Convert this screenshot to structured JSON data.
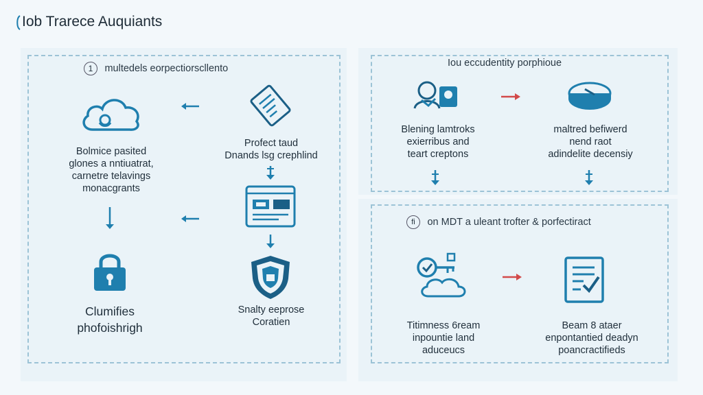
{
  "title": "Iob Trarece Auquiants",
  "colors": {
    "icon": "#1f7fae",
    "icon_dark": "#1b5f86",
    "arrow_blue": "#1f7fae",
    "arrow_red": "#d24a4a",
    "dash": "#9cc3d6"
  },
  "left_panel": {
    "header_marker": "1",
    "header": "multedels eorpectiorscllento",
    "nodes": {
      "cloud": {
        "icon": "cloud-icon",
        "lines": [
          "Bolmice pasited",
          "glones a nntiuatrat,",
          "carnetre telavings",
          "monacgrants"
        ]
      },
      "document": {
        "icon": "document-icon",
        "lines": [
          "Profect taud",
          "Dnands lsg crephlind"
        ]
      },
      "screen": {
        "icon": "screen-icon"
      },
      "lock": {
        "icon": "lock-icon",
        "lines": [
          "Clumifies",
          "phofoishrigh"
        ]
      },
      "shield": {
        "icon": "shield-icon",
        "lines": [
          "Snalty eeprose",
          "Coratien"
        ]
      }
    }
  },
  "right_top": {
    "header": "Iou eccudentity porphioue",
    "nodes": {
      "people": {
        "icon": "people-icon",
        "lines": [
          "Blening lamtroks",
          "exierribus and",
          "teart creptons"
        ]
      },
      "disc": {
        "icon": "disc-icon",
        "lines": [
          "maltred befiwerd",
          "nend raot",
          "adindelite decensiy"
        ]
      }
    }
  },
  "right_bottom": {
    "header_marker": "fi",
    "header": "on MDT a uleant trofter & porfectiract",
    "nodes": {
      "key_cloud": {
        "icon": "key-cloud-icon",
        "lines": [
          "Titimness 6ream",
          "inpountie land",
          "aduceucs"
        ]
      },
      "checklist": {
        "icon": "checklist-icon",
        "lines": [
          "Beam 8 ataer",
          "enpontantied deadyn",
          "poancractifieds"
        ]
      }
    }
  }
}
